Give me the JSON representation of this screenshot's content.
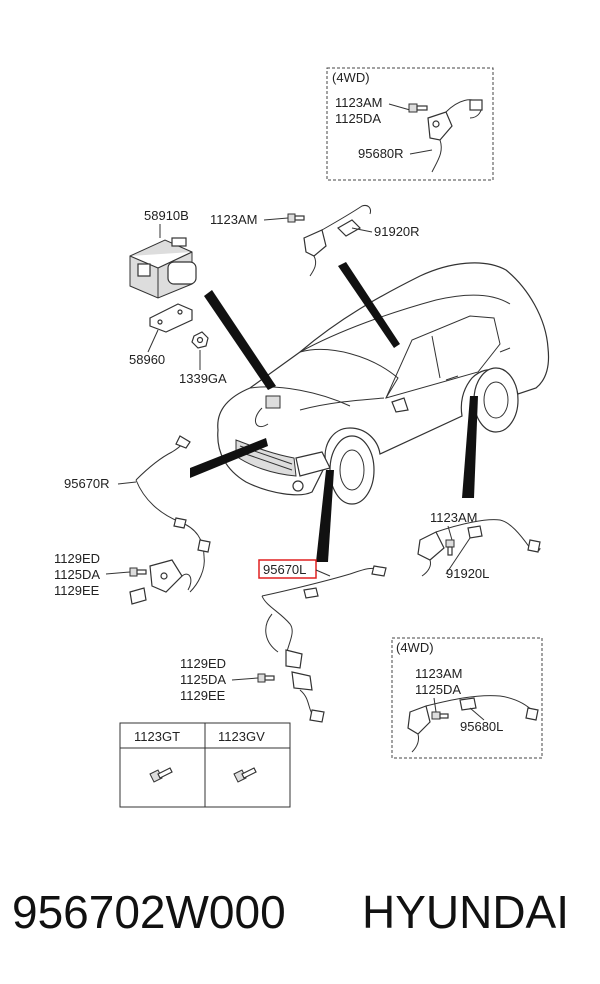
{
  "box_4wd_top": {
    "title": "(4WD)",
    "labels": [
      "1123AM",
      "1125DA",
      "95680R"
    ]
  },
  "abs_unit": {
    "labels": [
      "58910B",
      "58960",
      "1339GA"
    ]
  },
  "front_sensor_top": {
    "labels": [
      "1123AM",
      "91920R"
    ]
  },
  "rear_right": {
    "labels": [
      "95670R",
      "1129ED",
      "1125DA",
      "1129EE"
    ]
  },
  "highlighted_part": {
    "label": "95670L",
    "highlight_color": "#e02020"
  },
  "front_left": {
    "labels": [
      "1123AM",
      "91920L"
    ]
  },
  "rear_left": {
    "labels": [
      "1129ED",
      "1125DA",
      "1129EE"
    ]
  },
  "box_4wd_bottom": {
    "title": "(4WD)",
    "labels": [
      "1123AM",
      "1125DA",
      "95680L"
    ]
  },
  "bolt_table": {
    "headers": [
      "1123GT",
      "1123GV"
    ]
  },
  "footer": {
    "part_number": "956702W000",
    "brand": "HYUNDAI"
  }
}
